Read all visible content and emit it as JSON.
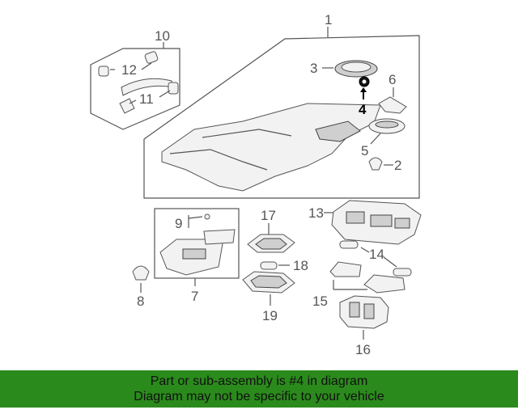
{
  "diagram": {
    "callouts": {
      "c1": "1",
      "c2": "2",
      "c3": "3",
      "c4": "4",
      "c5": "5",
      "c6": "6",
      "c7": "7",
      "c8": "8",
      "c9": "9",
      "c10": "10",
      "c11": "11",
      "c12": "12",
      "c13": "13",
      "c14": "14",
      "c15": "15",
      "c16": "16",
      "c17": "17",
      "c18": "18",
      "c19": "19"
    },
    "highlighted_part": "4",
    "highlight_color": "#000000"
  },
  "banner": {
    "line1": "Part or sub-assembly is #4 in diagram",
    "line2": "Diagram may not be specific to your vehicle",
    "background": "#2b8a1c"
  }
}
